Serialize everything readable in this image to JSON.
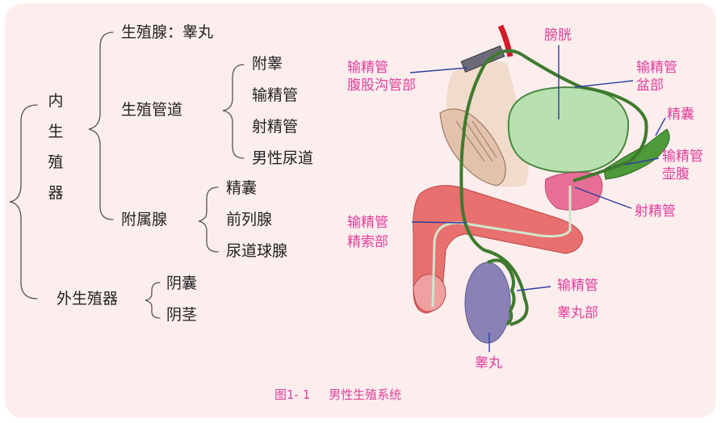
{
  "tree": {
    "root_chars": [
      "内",
      "生",
      "殖",
      "器"
    ],
    "gonad": "生殖腺：睾丸",
    "duct": {
      "label": "生殖管道",
      "items": [
        "附睾",
        "输精管",
        "射精管",
        "男性尿道"
      ]
    },
    "accessory": {
      "label": "附属腺",
      "items": [
        "精囊",
        "前列腺",
        "尿道球腺"
      ]
    },
    "external": {
      "label": "外生殖器",
      "items": [
        "阴囊",
        "阴茎"
      ]
    }
  },
  "diagram_labels": {
    "inguinal": [
      "输精管",
      "腹股沟管部"
    ],
    "bladder": "膀胱",
    "pelvic": [
      "输精管",
      "盆部"
    ],
    "seminal_vesicle": "精囊",
    "ampulla": [
      "输精管",
      "壶腹"
    ],
    "ejaculatory": "射精管",
    "funicular": [
      "输精管",
      "精索部"
    ],
    "testicular": [
      "输精管",
      "睾丸部"
    ],
    "testis": "睾丸"
  },
  "caption": {
    "number": "图1- 1",
    "title": "男性生殖系统"
  },
  "colors": {
    "background": "#fdeeee",
    "label_pink": "#e0409a",
    "leader_blue": "#2d3fa0",
    "bracket": "#555555"
  }
}
